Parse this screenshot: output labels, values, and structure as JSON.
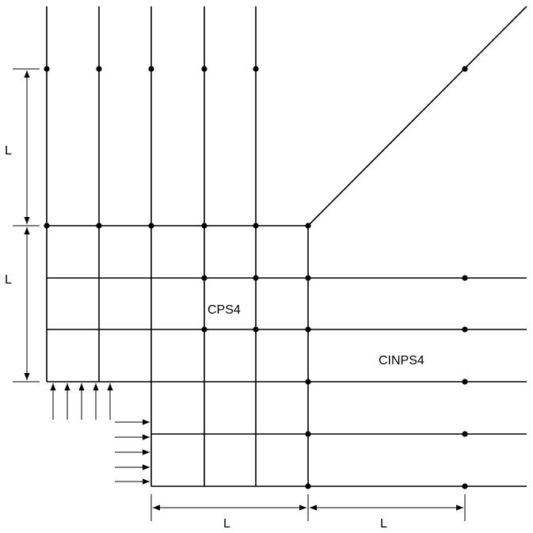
{
  "labels": {
    "cps4": "CPS4",
    "cinps4": "CINPS4",
    "dim_left_top": "L",
    "dim_left_bottom": "L",
    "dim_bottom_left": "L",
    "dim_bottom_right": "L"
  },
  "colors": {
    "stroke": "#000000",
    "background": "#ffffff"
  }
}
